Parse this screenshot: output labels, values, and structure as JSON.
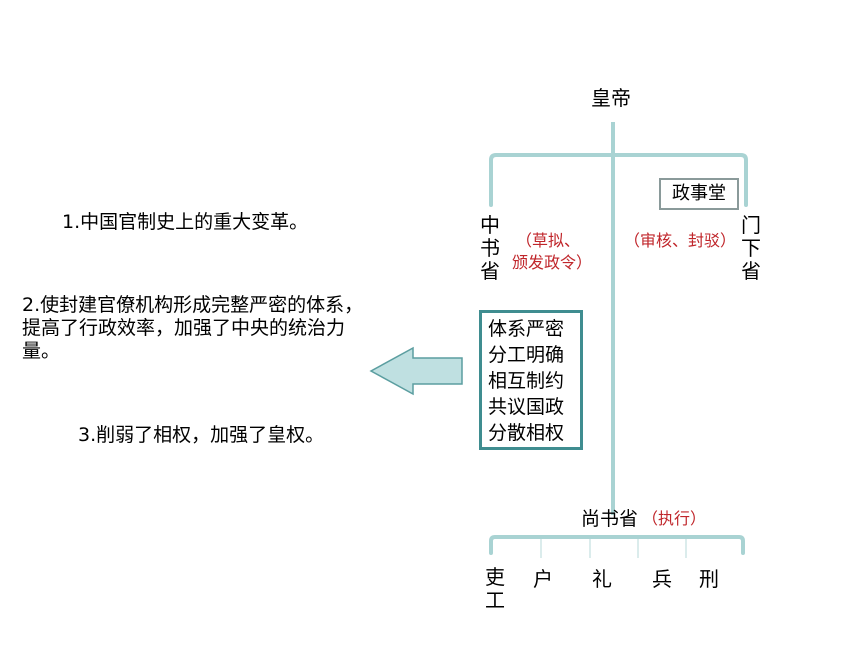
{
  "diagram": {
    "emperor": "皇帝",
    "zhengshitang": "政事堂",
    "zhongshu_chars": [
      "中",
      "书",
      "省"
    ],
    "zhongshu_role_line1": "（草拟、",
    "zhongshu_role_line2": "颁发政令）",
    "menxia_role": "（审核、封驳）",
    "menxia_chars": [
      "门",
      "下",
      "省"
    ],
    "features": [
      "体系严密",
      "分工明确",
      "相互制约",
      "共议国政",
      "分散相权"
    ],
    "shangshu": "尚书省",
    "shangshu_role": "（执行）",
    "ministries": {
      "li_official": "吏",
      "gong": "工",
      "hu": "户",
      "li_rites": "礼",
      "bing": "兵",
      "xing": "刑"
    }
  },
  "points": {
    "p1": "1.中国官制史上的重大变革。",
    "p2_line1": "2.使封建官僚机构形成完整严密的体系，",
    "p2_line2": "提高了行政效率，加强了中央的统治力",
    "p2_line3": "量。",
    "p3": "3.削弱了相权，加强了皇权。"
  },
  "colors": {
    "line": "#a9d3d3",
    "box_border": "#3f8d90",
    "arrow_fill": "#bfe0e1",
    "arrow_stroke": "#5b9ea0",
    "role_text": "#c0262b"
  }
}
